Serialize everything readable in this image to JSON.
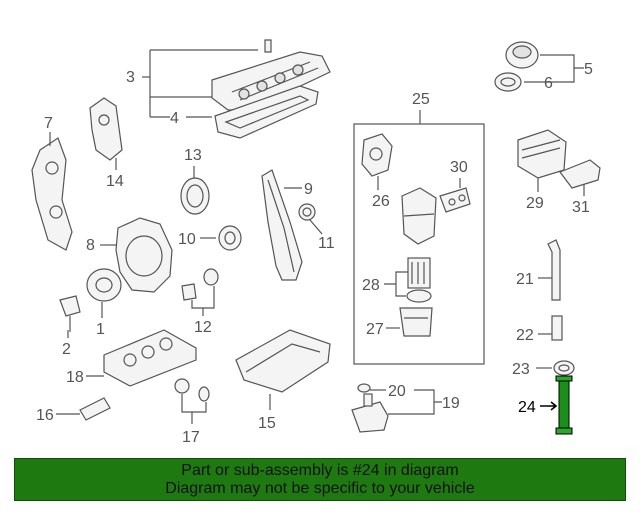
{
  "callouts": {
    "c1": "1",
    "c2": "2",
    "c3": "3",
    "c4": "4",
    "c5": "5",
    "c6": "6",
    "c7": "7",
    "c8": "8",
    "c9": "9",
    "c10": "10",
    "c11": "11",
    "c12": "12",
    "c13": "13",
    "c14": "14",
    "c15": "15",
    "c16": "16",
    "c17": "17",
    "c18": "18",
    "c19": "19",
    "c20": "20",
    "c21": "21",
    "c22": "22",
    "c23": "23",
    "c24": "24",
    "c25": "25",
    "c26": "26",
    "c27": "27",
    "c28": "28",
    "c29": "29",
    "c30": "30",
    "c31": "31"
  },
  "highlighted_part": "24",
  "highlight_color": "#1a8f1a",
  "banner": {
    "line1": "Part or sub-assembly is #24 in diagram",
    "line2": "Diagram may not be specific to your vehicle",
    "background": "#1e7a10"
  }
}
